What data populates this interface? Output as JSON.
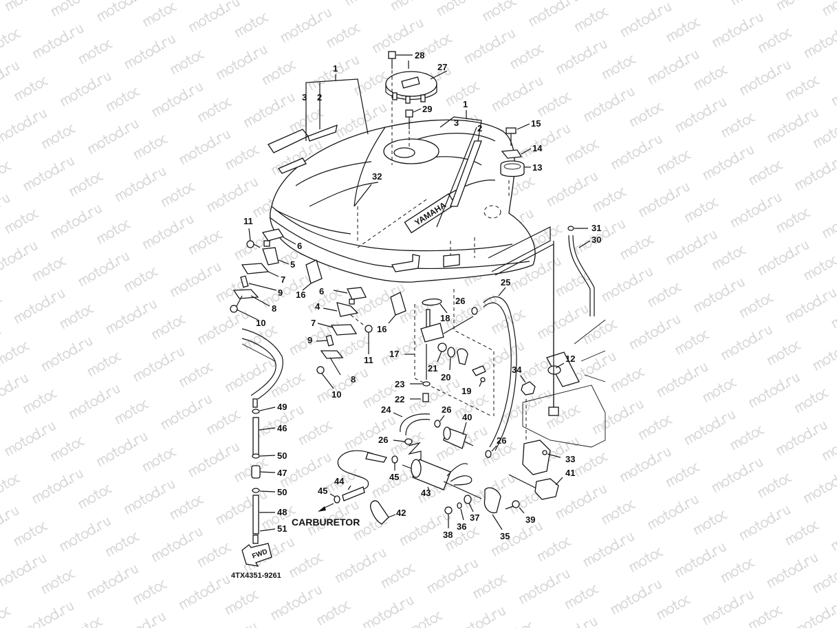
{
  "diagram": {
    "title": "Fuel tank parts diagram",
    "watermark": "motod.ru",
    "drawing_number": "4TX4351-9261",
    "direction_label": "CARBURETOR",
    "fwd_label": "FWD",
    "brand_decal": "YAMAHA",
    "callouts": {
      "c1a": "1",
      "c2a": "2",
      "c3a": "3",
      "c1b": "1",
      "c2b": "2",
      "c3b": "3",
      "c4": "4",
      "c5": "5",
      "c6a": "6",
      "c6b": "6",
      "c7a": "7",
      "c7b": "7",
      "c8a": "8",
      "c8b": "8",
      "c9a": "9",
      "c9b": "9",
      "c10a": "10",
      "c10b": "10",
      "c11a": "11",
      "c11b": "11",
      "c12": "12",
      "c13": "13",
      "c14": "14",
      "c15": "15",
      "c16a": "16",
      "c16b": "16",
      "c17": "17",
      "c18": "18",
      "c19": "19",
      "c20": "20",
      "c21": "21",
      "c22": "22",
      "c23": "23",
      "c24": "24",
      "c25": "25",
      "c26a": "26",
      "c26b": "26",
      "c26c": "26",
      "c26d": "26",
      "c27": "27",
      "c28": "28",
      "c29": "29",
      "c30": "30",
      "c31": "31",
      "c32": "32",
      "c33": "33",
      "c34": "34",
      "c35": "35",
      "c36": "36",
      "c37": "37",
      "c38": "38",
      "c39": "39",
      "c40": "40",
      "c41": "41",
      "c42": "42",
      "c43": "43",
      "c44": "44",
      "c45a": "45",
      "c45b": "45",
      "c46": "46",
      "c47": "47",
      "c48": "48",
      "c49": "49",
      "c50a": "50",
      "c50b": "50",
      "c51": "51"
    }
  }
}
